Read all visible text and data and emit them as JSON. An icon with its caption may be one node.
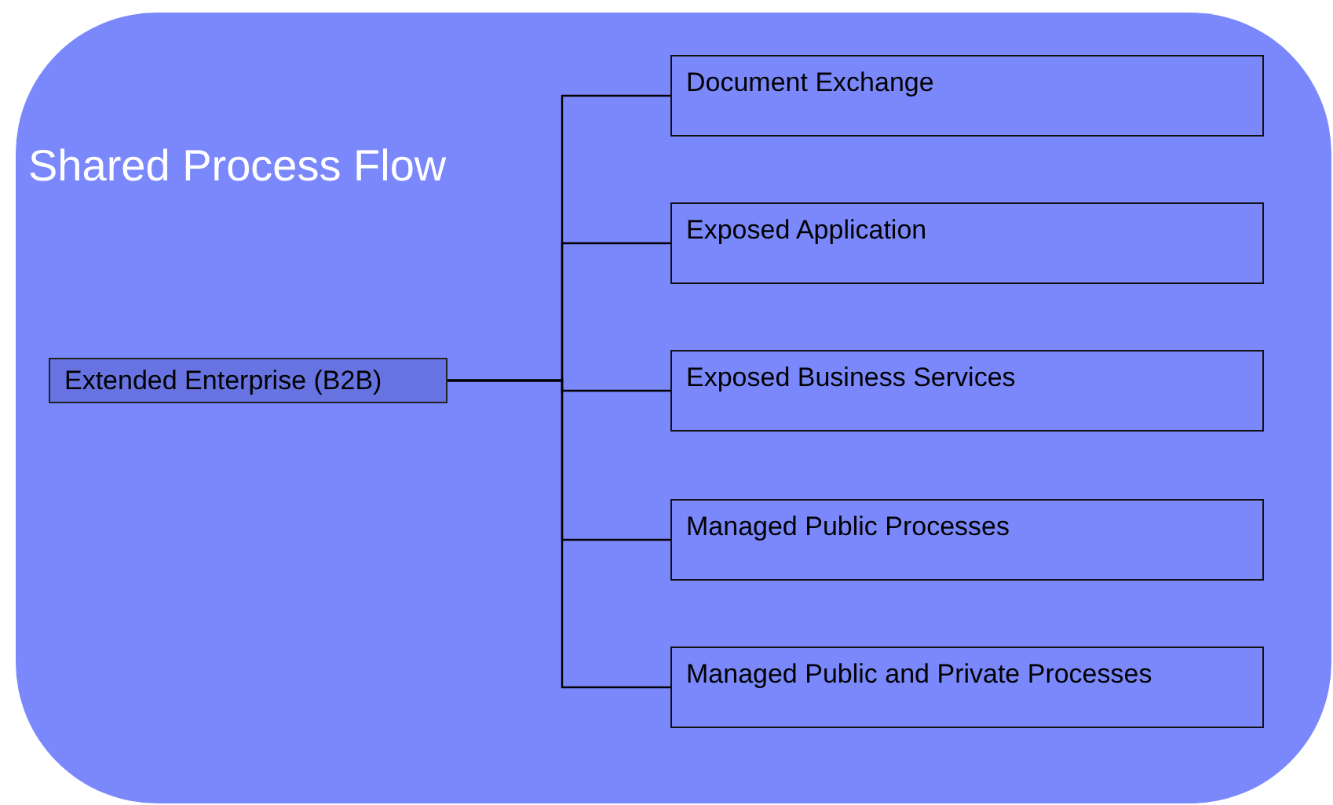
{
  "diagram": {
    "nodes": [
      {
        "text": [
          "Shared Process Flow"
        ]
      },
      {
        "text": [
          "Extended Enterprise (B2B)"
        ],
        "in": 0
      },
      {
        "text": [
          "Document Exchange"
        ],
        "in": 0
      },
      {
        "text": [
          "Exposed Application"
        ],
        "in": 0
      },
      {
        "text": [
          "Exposed Business Services"
        ],
        "in": 0
      },
      {
        "text": [
          "Managed Public Processes"
        ],
        "in": 0
      },
      {
        "text": [
          "Managed Public and Private Processes"
        ],
        "in": 0
      }
    ],
    "edges": [
      {
        "from": 1,
        "to": 2,
        "arrow": "none"
      },
      {
        "from": 1,
        "to": 3,
        "arrow": "none"
      },
      {
        "from": 1,
        "to": 4,
        "arrow": "none"
      },
      {
        "from": 1,
        "to": 5,
        "arrow": "none"
      },
      {
        "from": 1,
        "to": 6,
        "arrow": "none"
      }
    ]
  }
}
